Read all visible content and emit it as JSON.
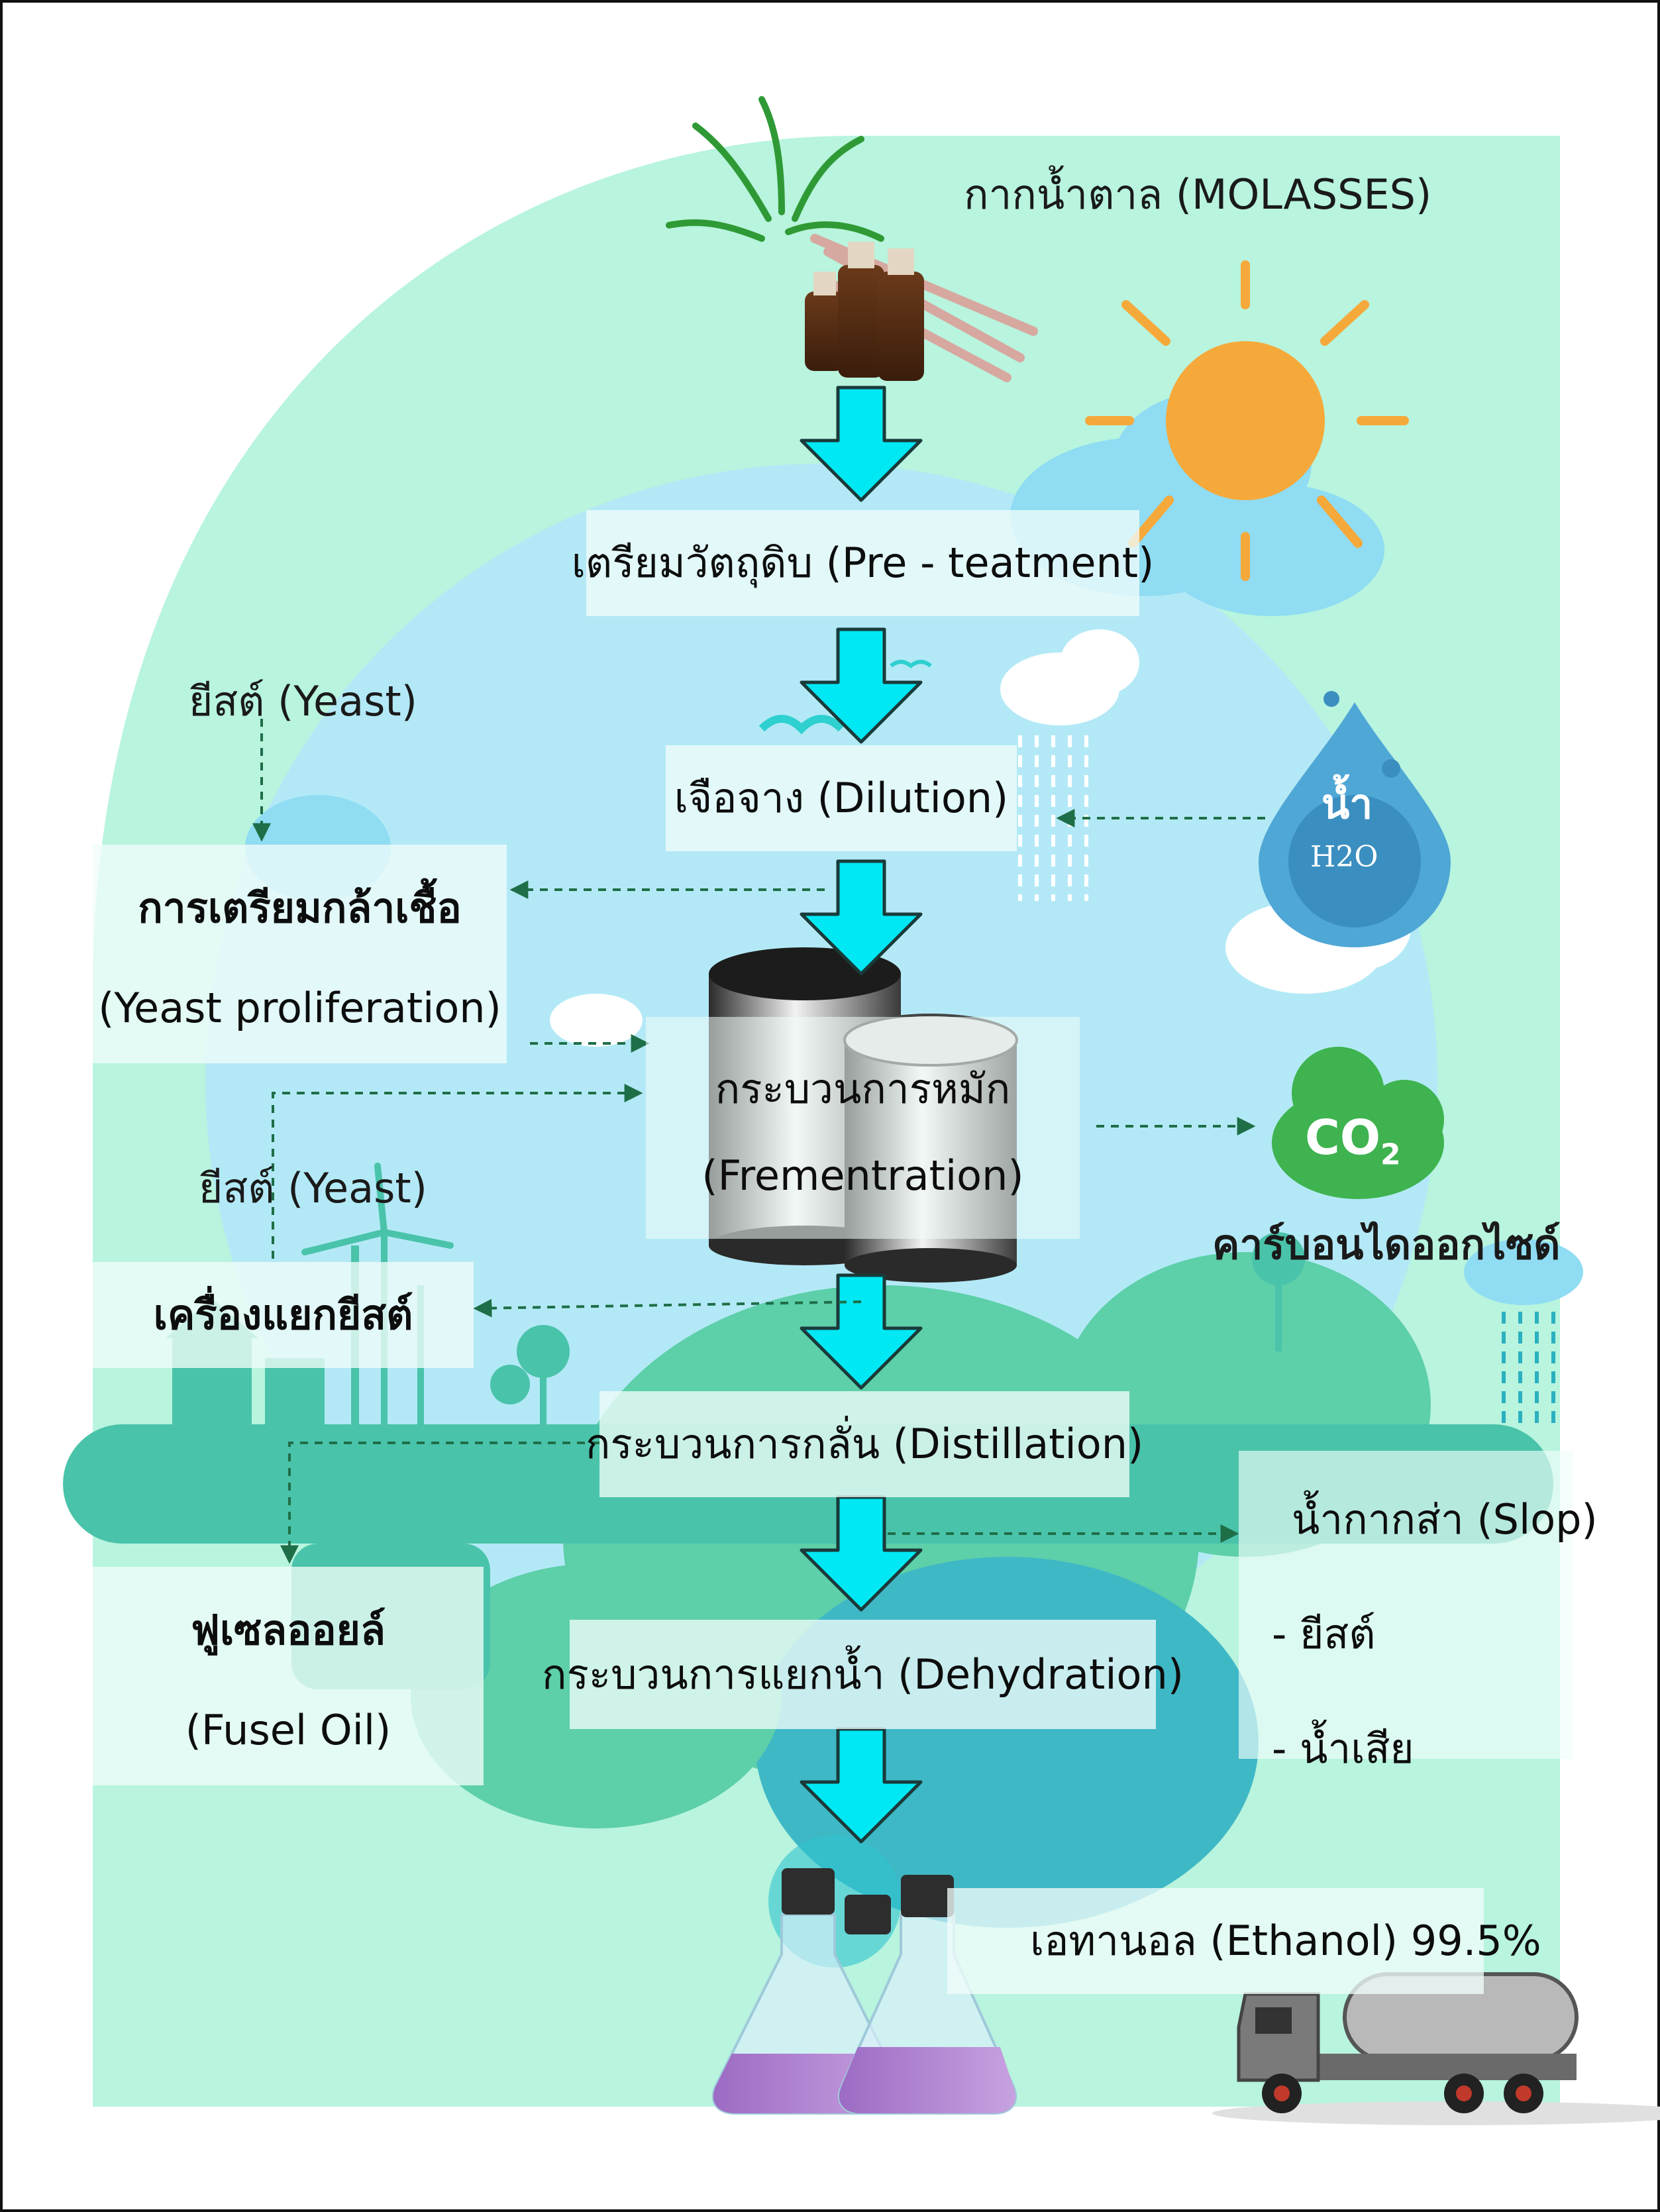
{
  "input": {
    "label": "กากน้ำตาล (MOLASSES)"
  },
  "steps": [
    {
      "label": "เตรียมวัตถุดิบ (Pre - teatment)"
    },
    {
      "label": "เจือจาง (Dilution)"
    },
    {
      "label_th": "กระบวนการหมัก",
      "label_en": "(Frementration)"
    },
    {
      "label": "กระบวนการกลั่น (Distillation)"
    },
    {
      "label": "กระบวนการแยกน้ำ (Dehydration)"
    }
  ],
  "side": {
    "yeast_top": "ยีสต์ (Yeast)",
    "yeast_prep_th": "การเตรียมกล้าเชื้อ",
    "yeast_prep_en": "(Yeast proliferation)",
    "yeast_mid": "ยีสต์ (Yeast)",
    "separator": "เครื่องแยกยีสต์",
    "fusel_th": "ฟูเซลออยล์",
    "fusel_en": "(Fusel Oil)",
    "water_th": "น้ำ",
    "water_formula": "H2O",
    "co2_symbol": "CO",
    "co2_sub": "2",
    "co2_label": "คาร์บอนไดออกไซด์",
    "slop_title": "น้ำกากส่า (Slop)",
    "slop_item1": "- ยีสต์",
    "slop_item2": "- น้ำเสีย"
  },
  "output": {
    "label": "เอทานอล (Ethanol)  99.5%"
  },
  "colors": {
    "arrow": "#00e8f4",
    "background_mint": "#b8f4de",
    "sky": "#b3e9f6",
    "teal": "#4cc6ad",
    "sun": "#f6a93b",
    "co2_green": "#3eb34f",
    "water_blue": "#4fa7d6",
    "dashed_line": "#1e6e47"
  }
}
